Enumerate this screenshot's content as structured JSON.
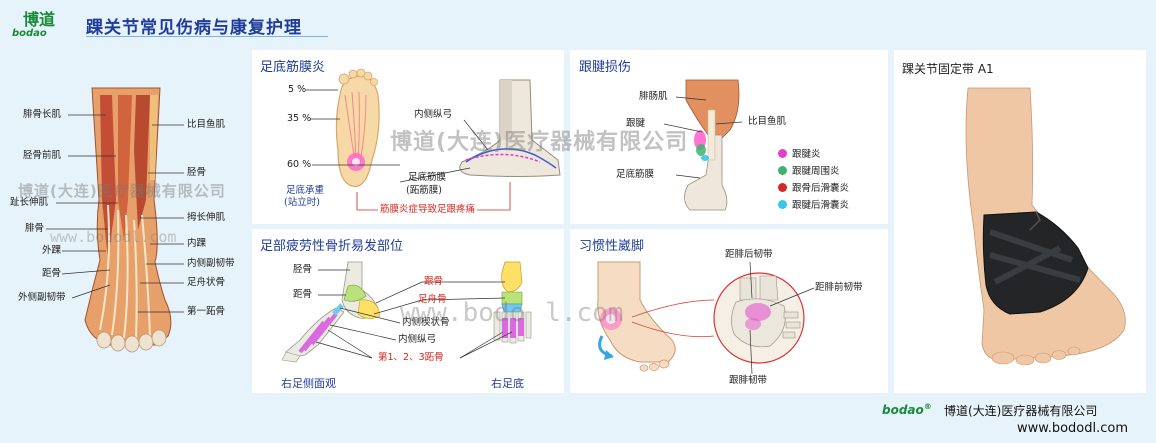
{
  "header": {
    "logo_glyph": "博道",
    "logo_text": "bodao",
    "title": "踝关节常见伤病与康复护理"
  },
  "panels": {
    "anatomy": {
      "labels_left": [
        "腓骨长肌",
        "胫骨前肌",
        "趾长伸肌",
        "腓骨",
        "外踝",
        "距骨",
        "外侧副韧带"
      ],
      "labels_right": [
        "比目鱼肌",
        "胫骨",
        "拇长伸肌",
        "内踝",
        "内侧副韧带",
        "足舟状骨",
        "第一跖骨"
      ]
    },
    "plantar": {
      "title": "足底筋膜炎",
      "pct_top": "5 %",
      "pct_mid": "35 %",
      "pct_bottom": "60 %",
      "weight_label_1": "足底承重",
      "weight_label_2": "(站立时)",
      "arch_label": "内侧纵弓",
      "fascia_label_1": "足底筋膜",
      "fascia_label_2": "(跖筋膜)",
      "caption": "筋膜炎症导致足跟疼痛"
    },
    "achilles": {
      "title": "跟腱损伤",
      "labels": [
        "腓肠肌",
        "跟腱",
        "比目鱼肌",
        "足底筋膜"
      ],
      "legend": [
        {
          "label": "跟腱炎",
          "color": "#e040c8"
        },
        {
          "label": "跟腱周围炎",
          "color": "#3cb371"
        },
        {
          "label": "跟骨后滑囊炎",
          "color": "#d62828"
        },
        {
          "label": "跟腱后滑囊炎",
          "color": "#36c6e8"
        }
      ]
    },
    "fracture": {
      "title": "足部疲劳性骨折易发部位",
      "labels": [
        "胫骨",
        "距骨",
        "跟骨",
        "足舟骨",
        "内侧楔状骨",
        "内侧纵弓",
        "第1、2、3跖骨"
      ],
      "caption_left": "右足侧面观",
      "caption_right": "右足底"
    },
    "sprain": {
      "title": "习惯性崴脚",
      "labels": [
        "距腓后韧带",
        "距腓前韧带",
        "跟腓韧带"
      ]
    },
    "product": {
      "title": "踝关节固定带  A1"
    }
  },
  "watermarks": {
    "company": "博道(大连)医疗器械有限公司",
    "url_short": "www.bododl.com",
    "url_mid": "www.bodo",
    "url_tail": "l.com"
  },
  "footer": {
    "brand": "bodao",
    "company": "博道(大连)医疗器械有限公司",
    "url": "www.bododl.com"
  }
}
